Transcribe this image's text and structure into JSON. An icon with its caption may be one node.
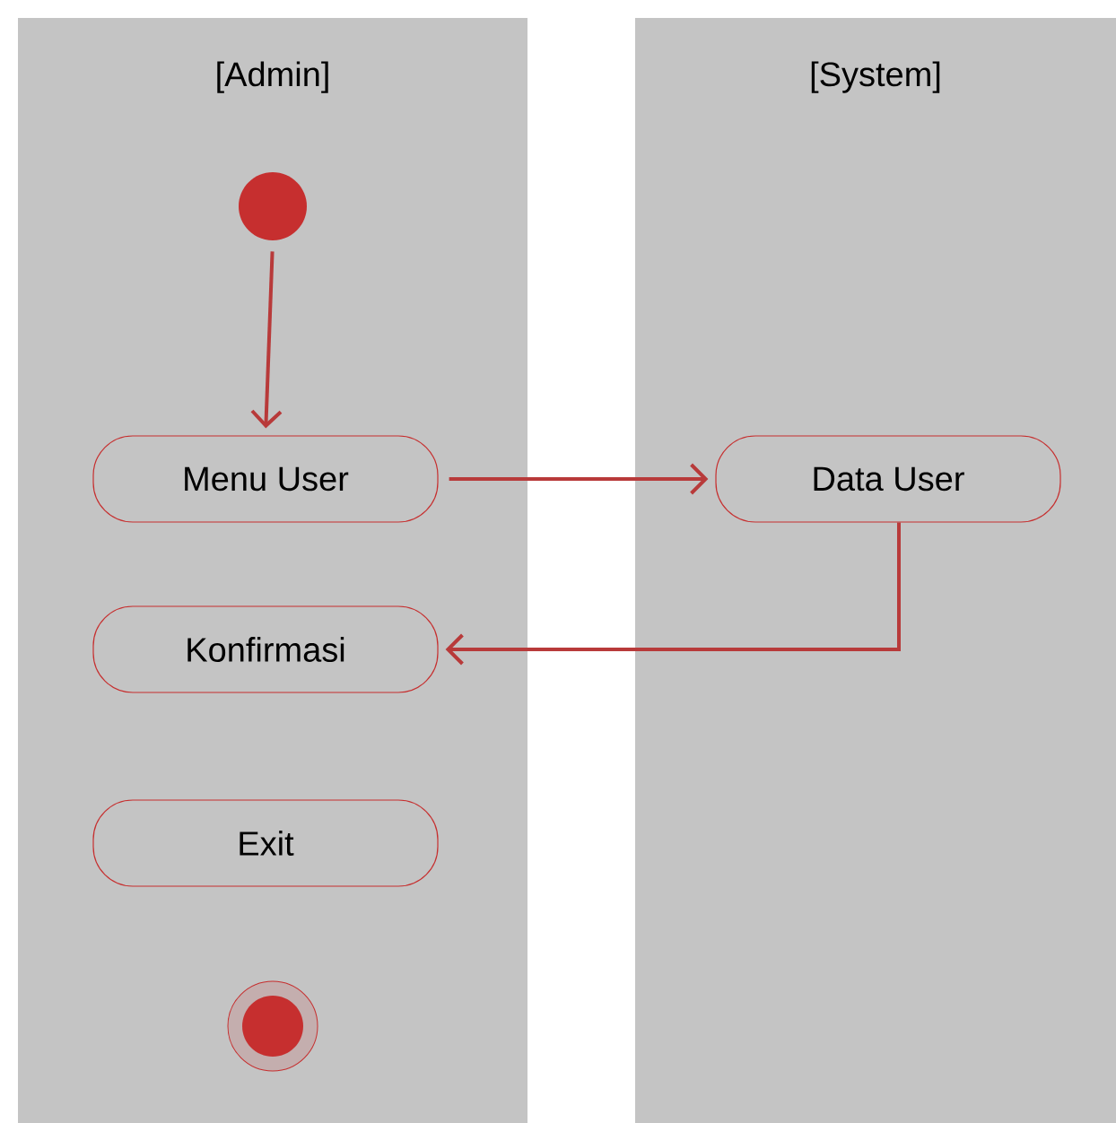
{
  "diagram": {
    "nodes": [
      {
        "text": [
          "[Admin]"
        ]
      },
      {
        "text": [
          "[System]"
        ]
      },
      {
        "text": [],
        "shape": "circle",
        "in": 0
      },
      {
        "text": [
          "Menu User"
        ],
        "in": 0
      },
      {
        "text": [
          "Data User"
        ],
        "in": 1
      },
      {
        "text": [
          "Konfirmasi"
        ],
        "in": 0
      },
      {
        "text": [
          "Exit"
        ],
        "in": 0
      },
      {
        "text": [],
        "shape": "circle",
        "in": 0
      }
    ],
    "edges": [
      {
        "from": 2,
        "to": 3,
        "arrow": "to"
      },
      {
        "from": 3,
        "to": 4,
        "arrow": "to"
      },
      {
        "from": 4,
        "to": 5,
        "arrow": "to"
      }
    ]
  }
}
